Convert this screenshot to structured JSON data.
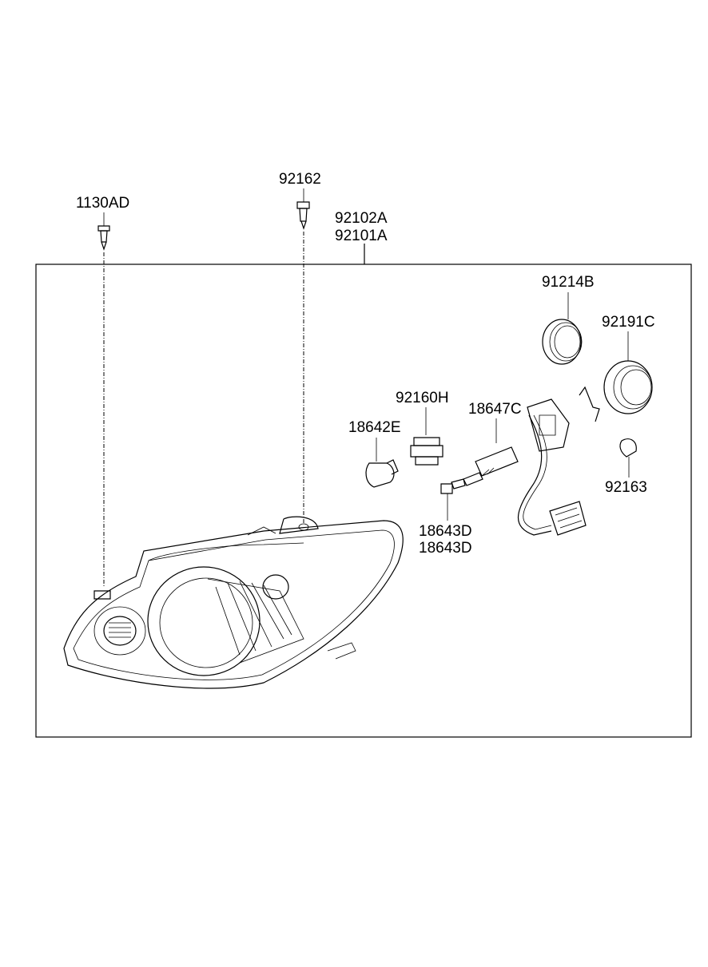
{
  "labels": {
    "p_1130AD": "1130AD",
    "p_92162": "92162",
    "p_92102A": "92102A",
    "p_92101A": "92101A",
    "p_91214B": "91214B",
    "p_92191C": "92191C",
    "p_92160H": "92160H",
    "p_18647C": "18647C",
    "p_18642E": "18642E",
    "p_92163": "92163",
    "p_18643D_1": "18643D",
    "p_18643D_2": "18643D"
  },
  "colors": {
    "line": "#000000",
    "background": "#ffffff"
  },
  "icons": [
    "screw-icon",
    "bolt-icon",
    "headlamp-assembly-icon",
    "bulb-icon",
    "socket-icon",
    "dust-cap-icon",
    "wire-harness-icon",
    "connector-icon"
  ]
}
